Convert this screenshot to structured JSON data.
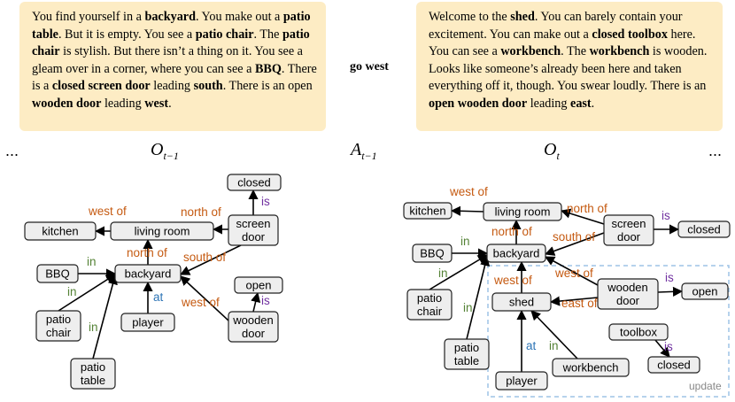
{
  "observation_prev": {
    "segments": [
      {
        "t": "You find yourself in a ",
        "b": false
      },
      {
        "t": "backyard",
        "b": true
      },
      {
        "t": ". You make out a ",
        "b": false
      },
      {
        "t": "patio table",
        "b": true
      },
      {
        "t": ".  But it is empty. You see a ",
        "b": false
      },
      {
        "t": "patio chair",
        "b": true
      },
      {
        "t": ". The ",
        "b": false
      },
      {
        "t": "patio chair",
        "b": true
      },
      {
        "t": " is stylish. But there isn’t a thing on it. You see a gleam over in a corner, where you can see a ",
        "b": false
      },
      {
        "t": "BBQ",
        "b": true
      },
      {
        "t": ". There is a ",
        "b": false
      },
      {
        "t": "closed screen door",
        "b": true
      },
      {
        "t": " leading ",
        "b": false
      },
      {
        "t": "south",
        "b": true
      },
      {
        "t": ". There is an open ",
        "b": false
      },
      {
        "t": "wooden door",
        "b": true
      },
      {
        "t": " leading ",
        "b": false
      },
      {
        "t": "west",
        "b": true
      },
      {
        "t": ".",
        "b": false
      }
    ]
  },
  "observation_curr": {
    "segments": [
      {
        "t": "Welcome to the ",
        "b": false
      },
      {
        "t": "shed",
        "b": true
      },
      {
        "t": ". You can barely contain your excitement. You can make out a ",
        "b": false
      },
      {
        "t": "closed toolbox",
        "b": true
      },
      {
        "t": " here. You can see a ",
        "b": false
      },
      {
        "t": "workbench",
        "b": true
      },
      {
        "t": ". The ",
        "b": false
      },
      {
        "t": "workbench",
        "b": true
      },
      {
        "t": " is wooden. Looks like someone’s already been here and taken everything off it, though. You swear loudly. There is an ",
        "b": false
      },
      {
        "t": "open wooden door",
        "b": true
      },
      {
        "t": " leading ",
        "b": false
      },
      {
        "t": "east",
        "b": true
      },
      {
        "t": ".",
        "b": false
      }
    ]
  },
  "action_text": "go west",
  "symbols": {
    "o_prev": {
      "base": "O",
      "sub": "t−1"
    },
    "a_prev": {
      "base": "A",
      "sub": "t−1"
    },
    "o_curr": {
      "base": "O",
      "sub": "t"
    }
  },
  "ellipsis": "...",
  "update_label": "update",
  "colors": {
    "spatial": "#c55a11",
    "in": "#548235",
    "at": "#2e75b6",
    "is": "#7030a0",
    "node_fill": "#eeeeee",
    "dashed_box": "#9dc3e6",
    "obs_bg": "#fdecc4"
  },
  "graph_prev": {
    "nodes": [
      "kitchen",
      "living room",
      "screen\ndoor",
      "closed",
      "BBQ",
      "backyard",
      "patio\nchair",
      "patio\ntable",
      "player",
      "open",
      "wooden\ndoor"
    ],
    "edges": [
      {
        "label": "west of",
        "kind": "spatial"
      },
      {
        "label": "north of",
        "kind": "spatial"
      },
      {
        "label": "north of",
        "kind": "spatial"
      },
      {
        "label": "south of",
        "kind": "spatial"
      },
      {
        "label": "west of",
        "kind": "spatial"
      },
      {
        "label": "is",
        "kind": "is"
      },
      {
        "label": "is",
        "kind": "is"
      },
      {
        "label": "in",
        "kind": "in"
      },
      {
        "label": "in",
        "kind": "in"
      },
      {
        "label": "in",
        "kind": "in"
      },
      {
        "label": "at",
        "kind": "at"
      }
    ]
  },
  "graph_curr": {
    "nodes": [
      "kitchen",
      "living room",
      "screen\ndoor",
      "closed",
      "BBQ",
      "backyard",
      "patio\nchair",
      "patio\ntable",
      "shed",
      "wooden\ndoor",
      "open",
      "toolbox",
      "closed",
      "workbench",
      "player"
    ],
    "edges": [
      {
        "label": "west of",
        "kind": "spatial"
      },
      {
        "label": "north of",
        "kind": "spatial"
      },
      {
        "label": "north of",
        "kind": "spatial"
      },
      {
        "label": "south of",
        "kind": "spatial"
      },
      {
        "label": "west of",
        "kind": "spatial"
      },
      {
        "label": "west of",
        "kind": "spatial"
      },
      {
        "label": "east of",
        "kind": "spatial"
      },
      {
        "label": "is",
        "kind": "is"
      },
      {
        "label": "is",
        "kind": "is"
      },
      {
        "label": "is",
        "kind": "is"
      },
      {
        "label": "in",
        "kind": "in"
      },
      {
        "label": "in",
        "kind": "in"
      },
      {
        "label": "in",
        "kind": "in"
      },
      {
        "label": "in",
        "kind": "in"
      },
      {
        "label": "at",
        "kind": "at"
      }
    ]
  }
}
